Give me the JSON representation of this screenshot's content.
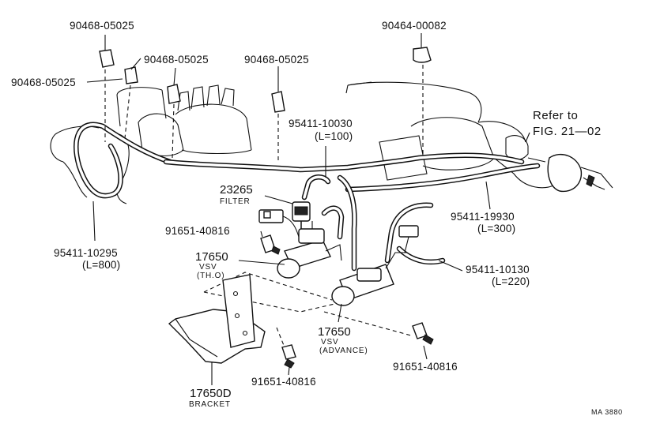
{
  "labels": {
    "clip_top_left": "90468-05025",
    "clip_left": "90468-05025",
    "clip_mid": "90468-05025",
    "clip_right": "90468-05025",
    "clip_far_right": "90464-00082",
    "hose_short": "95411-10030",
    "hose_short_len": "(L=100)",
    "refer_line1": "Refer to",
    "refer_line2": "FIG. 21—02",
    "filter_pn": "23265",
    "filter_name": "FILTER",
    "hose_long_right": "95411-19930",
    "hose_long_right_len": "(L=300)",
    "bolt_upper": "91651-40816",
    "vsv_tho_pn": "17650",
    "vsv_tho_name1": "VSV",
    "vsv_tho_name2": "(TH.O)",
    "hose_left": "95411-10295",
    "hose_left_len": "(L=800)",
    "hose_right_lower": "95411-10130",
    "hose_right_lower_len": "(L=220)",
    "vsv_adv_pn": "17650",
    "vsv_adv_name1": "VSV",
    "vsv_adv_name2": "(ADVANCE)",
    "bolt_lower_right": "91651-40816",
    "bolt_lower_mid": "91651-40816",
    "bracket_pn": "17650D",
    "bracket_name": "BRACKET",
    "figure_code": "MA 3880"
  }
}
